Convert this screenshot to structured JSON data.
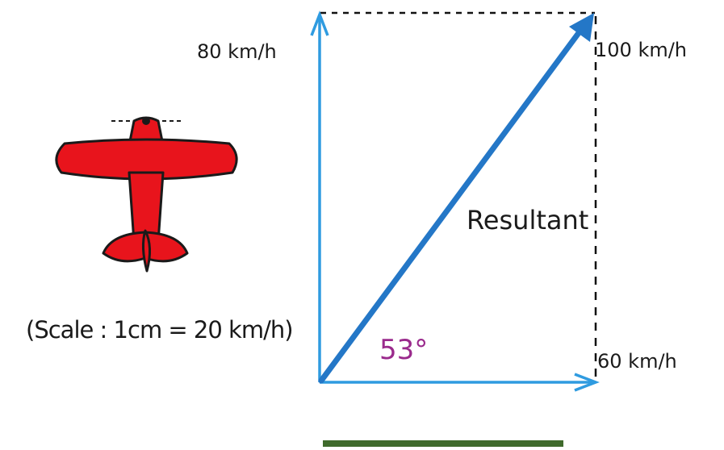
{
  "diagram": {
    "vertical_vector_label": "80 km/h",
    "resultant_magnitude_label": "100 km/h",
    "horizontal_vector_label": "60 km/h",
    "resultant_label": "Resultant",
    "angle_label": "53°",
    "scale_label": "(Scale : 1cm = 20 km/h)"
  },
  "colors": {
    "vector": "#2f9be0",
    "resultant": "#2477c7",
    "angle_text": "#9a2a8c",
    "airplane": "#e8141c",
    "bar": "#3f6a2c"
  },
  "icons": [
    "airplane-icon"
  ]
}
